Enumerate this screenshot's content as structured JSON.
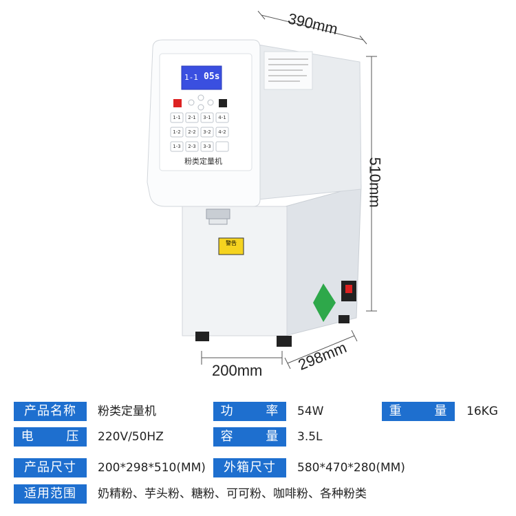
{
  "dimensions": {
    "width": "390mm",
    "height": "510mm",
    "base_width": "200mm",
    "depth": "298mm"
  },
  "machine": {
    "lcd_left": "1-1",
    "lcd_right": "05s",
    "panel_name": "粉类定量机",
    "keys": [
      "1-1",
      "2-1",
      "3-1",
      "4-1",
      "1-2",
      "2-2",
      "3-2",
      "4-2",
      "1-3",
      "2-3",
      "3-3"
    ],
    "warning_label": "警告"
  },
  "specs": {
    "row1": {
      "name_label": "产品名称",
      "name_value": "粉类定量机",
      "power_label": "功 率",
      "power_value": "54W",
      "weight_label": "重 量",
      "weight_value": "16KG"
    },
    "row2": {
      "voltage_label": "电 压",
      "voltage_value": "220V/50HZ",
      "capacity_label": "容 量",
      "capacity_value": "3.5L"
    },
    "row3": {
      "size_label": "产品尺寸",
      "size_value": "200*298*510(MM)",
      "box_label": "外箱尺寸",
      "box_value": "580*470*280(MM)"
    },
    "row4": {
      "usage_label": "适用范围",
      "usage_value": "奶精粉、芋头粉、糖粉、可可粉、咖啡粉、各种粉类"
    }
  },
  "colors": {
    "label_bg": "#1e6fcf",
    "lcd": "#3a4fe0",
    "body": "#f4f6f8"
  }
}
